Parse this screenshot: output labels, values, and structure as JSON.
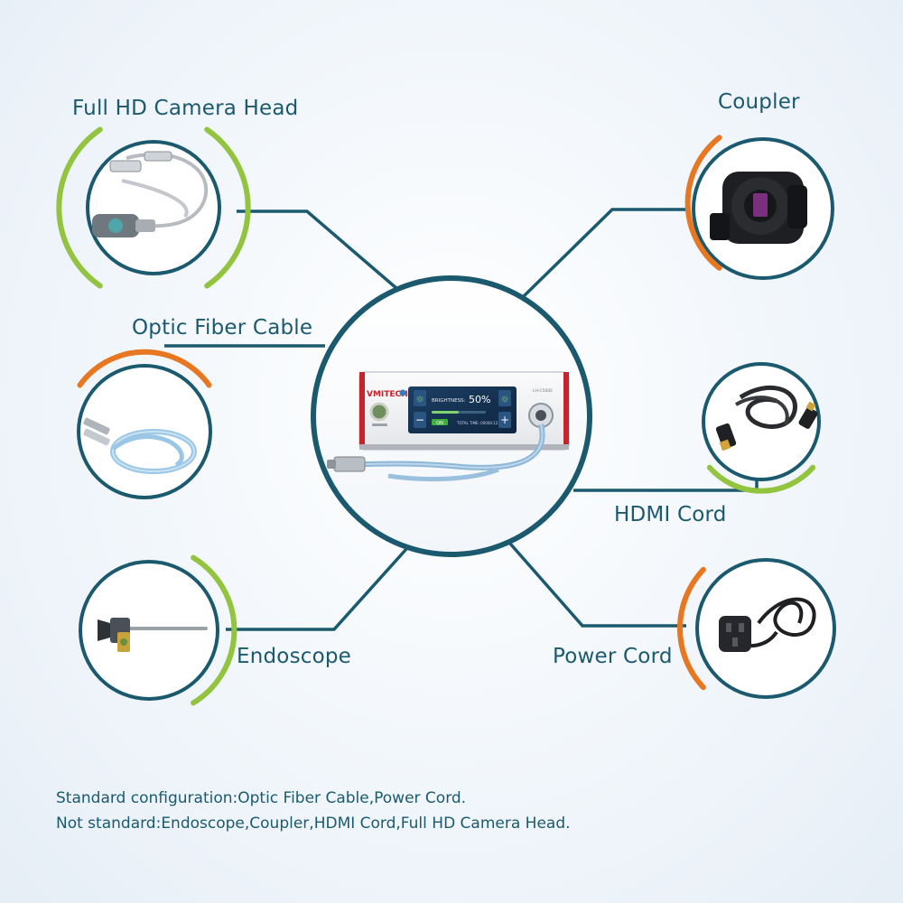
{
  "colors": {
    "ring": "#1b5a6e",
    "green_accent": "#93c43f",
    "orange_accent": "#e87722",
    "text": "#1b5a6e",
    "background": "#eef4fa"
  },
  "center_device": {
    "brand": "VMITECH",
    "model": "LH-C500E",
    "brightness_label": "BRIGHTNESS:",
    "brightness_value": "50%",
    "brightness_level": 0.5,
    "on_label": "ON",
    "total_time": "TOTAL TIME: 00000:12",
    "minus": "−",
    "plus": "+"
  },
  "accessories": [
    {
      "id": "camera-head",
      "label": "Full HD Camera Head",
      "accent": "green",
      "icon": "camera-head-icon"
    },
    {
      "id": "optic-fiber-cable",
      "label": "Optic Fiber Cable",
      "accent": "orange",
      "icon": "fiber-cable-icon"
    },
    {
      "id": "endoscope",
      "label": "Endoscope",
      "accent": "green",
      "icon": "endoscope-icon"
    },
    {
      "id": "coupler",
      "label": "Coupler",
      "accent": "orange",
      "icon": "coupler-icon"
    },
    {
      "id": "hdmi-cord",
      "label": "HDMI Cord",
      "accent": "green",
      "icon": "hdmi-cable-icon"
    },
    {
      "id": "power-cord",
      "label": "Power Cord",
      "accent": "orange",
      "icon": "power-plug-icon"
    }
  ],
  "notes": {
    "standard": "Standard configuration:Optic Fiber Cable,Power Cord.",
    "not_standard": "Not standard:Endoscope,Coupler,HDMI Cord,Full HD Camera Head."
  }
}
